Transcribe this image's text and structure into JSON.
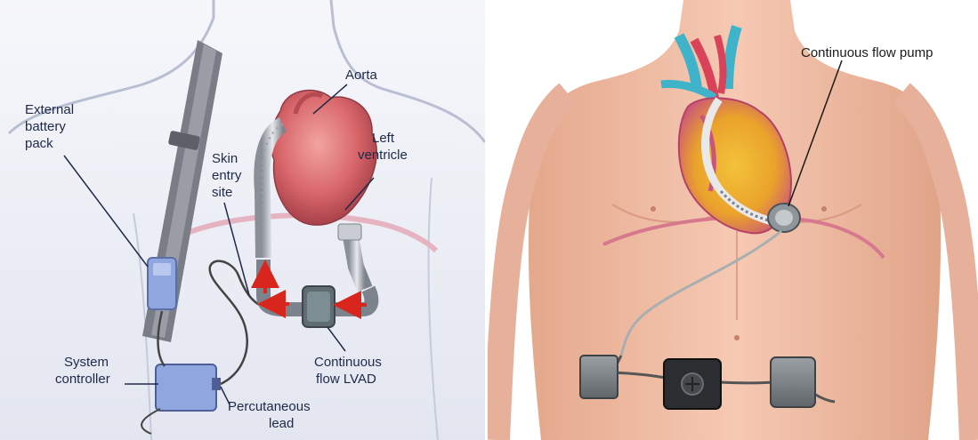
{
  "left_diagram": {
    "labels": {
      "aorta": "Aorta",
      "external_battery_pack": [
        "External",
        "battery",
        "pack"
      ],
      "skin_entry_site": [
        "Skin",
        "entry",
        "site"
      ],
      "left_ventricle": [
        "Left",
        "ventricle"
      ],
      "system_controller": [
        "System",
        "controller"
      ],
      "continuous_flow_lvad": [
        "Continuous",
        "flow LVAD"
      ],
      "percutaneous_lead": [
        "Percutaneous",
        "lead"
      ]
    }
  },
  "right_diagram": {
    "labels": {
      "continuous_flow_pump": "Continuous flow pump"
    }
  },
  "colors": {
    "left_background": "#eceff7",
    "skin": "#f2c0a6",
    "heart": "#d9676b",
    "battery": "#8fa6de",
    "flow_arrow": "#d9261c"
  }
}
